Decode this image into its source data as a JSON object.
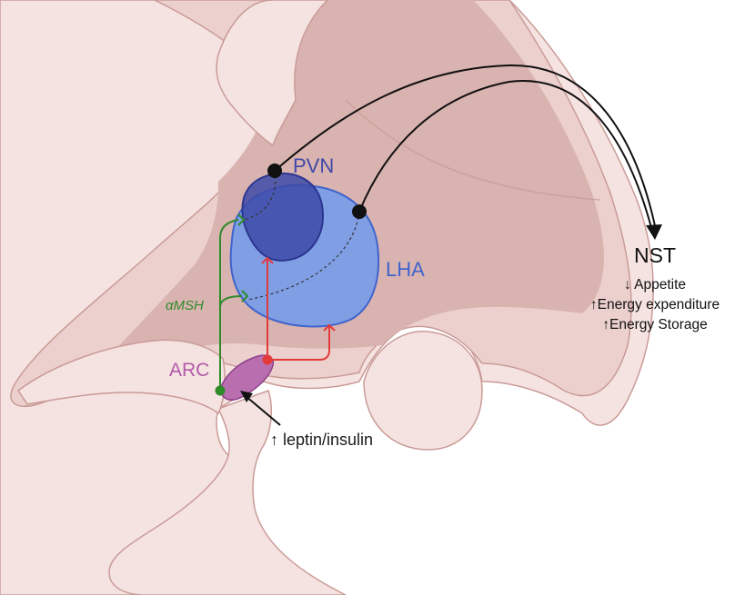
{
  "colors": {
    "tissue_light": "#f5e3e1",
    "tissue_mid": "#ecd0cd",
    "tissue_dark": "#d9b3b0",
    "tissue_outline": "#c99b97",
    "pvn_fill": "#3d4aa8",
    "pvn_text": "#3f49a6",
    "lha_fill": "#7f9ee3",
    "lha_stroke": "#3f64cc",
    "lha_text": "#3f64cc",
    "arc_fill": "#b96eb0",
    "arc_text": "#b25aa8",
    "green_pathway": "#2f8a2a",
    "red_pathway": "#e23a3a",
    "projection": "#111111"
  },
  "labels": {
    "pvn": "PVN",
    "lha": "LHA",
    "arc": "ARC",
    "amsh": "αMSH",
    "leptin": "↑ leptin/insulin"
  },
  "nst": {
    "title": "NST",
    "effects": [
      "↓ Appetite",
      "↑Energy expenditure",
      "↑Energy Storage"
    ]
  }
}
